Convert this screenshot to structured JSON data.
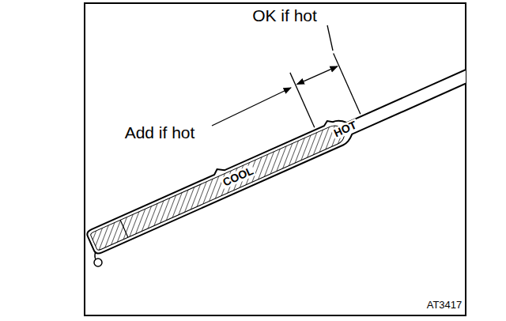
{
  "diagram": {
    "labels": [
      "OK if hot",
      "Add if hot",
      "COOL",
      "HOT",
      "AT3417"
    ]
  }
}
